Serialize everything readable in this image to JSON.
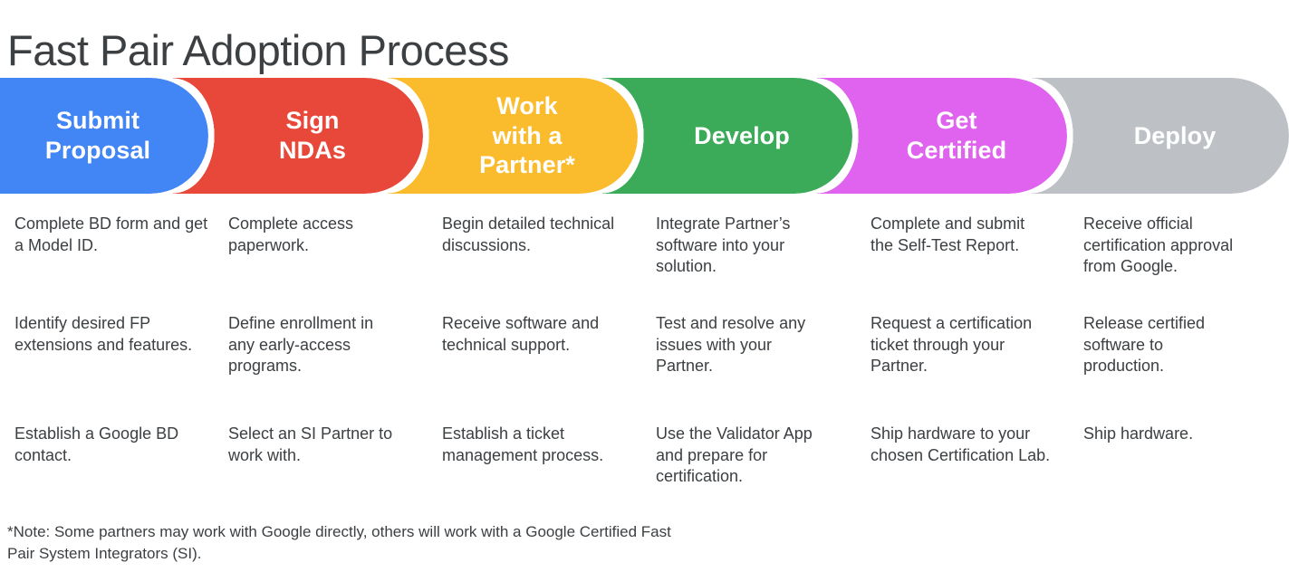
{
  "page": {
    "title": "Fast Pair Adoption Process",
    "background": "#ffffff",
    "text_color": "#3c4043"
  },
  "steps": [
    {
      "label": "Submit\nProposal",
      "color": "#4285f4",
      "text_color": "#ffffff",
      "items": [
        "Complete BD form and get a Model ID.",
        "Identify desired FP extensions and features.",
        "Establish a Google BD contact."
      ]
    },
    {
      "label": "Sign\nNDAs",
      "color": "#e8483a",
      "text_color": "#ffffff",
      "items": [
        "Complete access paperwork.",
        "Define enrollment in any early-access programs.",
        "Select an SI Partner to work with."
      ]
    },
    {
      "label": "Work\nwith a\nPartner*",
      "color": "#fabc2d",
      "text_color": "#ffffff",
      "items": [
        "Begin detailed technical discussions.",
        "Receive software and technical support.",
        "Establish a ticket management process."
      ]
    },
    {
      "label": "Develop",
      "color": "#3bab59",
      "text_color": "#ffffff",
      "items": [
        "Integrate Partner’s software into your solution.",
        "Test and resolve any issues with your Partner.",
        "Use the Validator App and prepare for certification."
      ]
    },
    {
      "label": "Get\nCertified",
      "color": "#df63ee",
      "text_color": "#ffffff",
      "items": [
        "Complete and submit the Self-Test Report.",
        "Request a certification ticket through your Partner.",
        "Ship hardware to your chosen Certification Lab."
      ]
    },
    {
      "label": "Deploy",
      "color": "#bdc1c6",
      "text_color": "#ffffff",
      "items": [
        "Receive official certification approval from Google.",
        "Release certified software to production.",
        "Ship hardware."
      ]
    }
  ],
  "footnote": "*Note: Some partners may work with Google directly, others will work with a Google Certified Fast Pair System Integrators (SI)."
}
